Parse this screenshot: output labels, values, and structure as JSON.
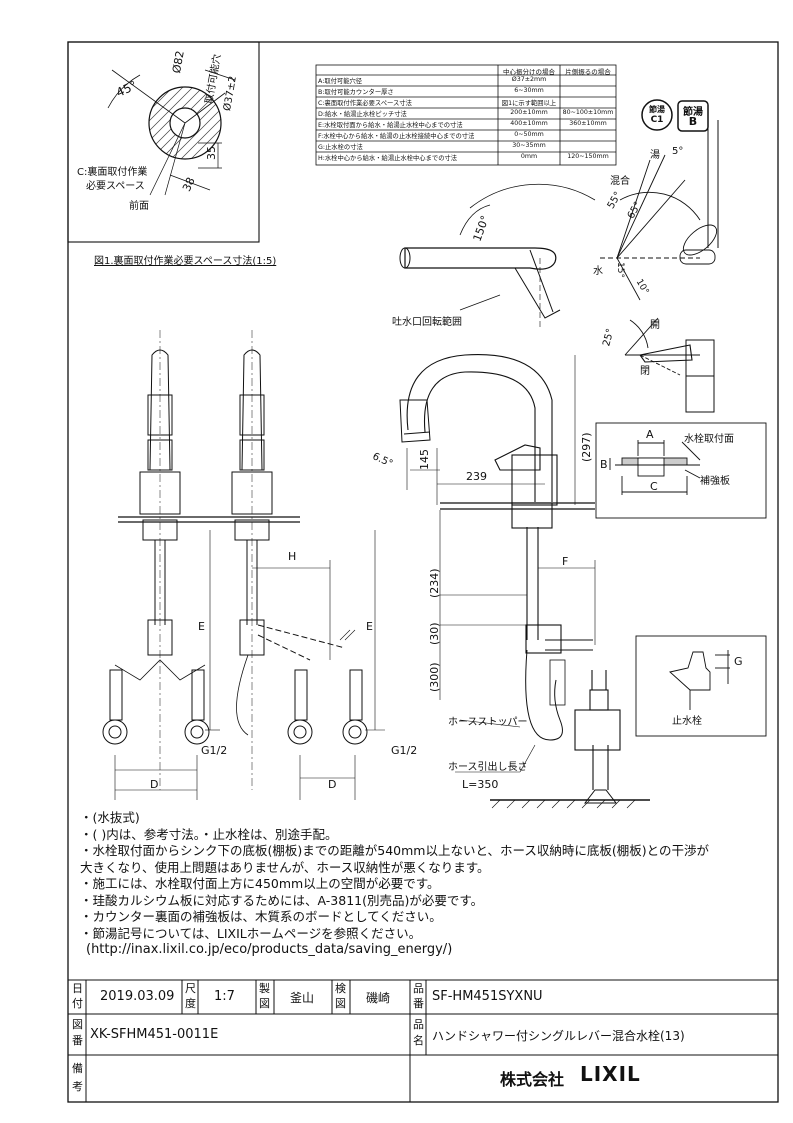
{
  "detail_box": {
    "angle": "45°",
    "dia_outer": "Ø82",
    "hole_label": "取付可能穴",
    "hole_dia": "Ø37±2",
    "dim_35": "35",
    "dim_38": "38",
    "space_label_1": "C:裏面取付作業",
    "space_label_2": "必要スペース",
    "front_label": "前面"
  },
  "figure_caption": "図1.裏面取付作業必要スペース寸法(1:5)",
  "spec_table": {
    "col1": "中心振分けの場合",
    "col2": "片側振るの場合",
    "rows": [
      {
        "label": "A:取付可能穴径",
        "v1": "Ø37±2mm",
        "v2": ""
      },
      {
        "label": "B:取付可能カウンター厚さ",
        "v1": "6~30mm",
        "v2": ""
      },
      {
        "label": "C:裏面取付作業必要スペース寸法",
        "v1": "図1に示す範囲以上",
        "v2": ""
      },
      {
        "label": "D:給水・給湯止水栓ピッチ寸法",
        "v1": "200±10mm",
        "v2": "80~100±10mm"
      },
      {
        "label": "E:水栓取付面から給水・給湯止水栓中心までの寸法",
        "v1": "400±10mm",
        "v2": "360±10mm"
      },
      {
        "label": "F:水栓中心から給水・給湯の止水栓接続中心までの寸法",
        "v1": "0~50mm",
        "v2": ""
      },
      {
        "label": "G:止水栓の寸法",
        "v1": "30~35mm",
        "v2": ""
      },
      {
        "label": "H:水栓中心から給水・給湯止水栓中心までの寸法",
        "v1": "0mm",
        "v2": "120~150mm"
      }
    ]
  },
  "badges": {
    "b1_top": "節湯",
    "b1_bottom": "C1",
    "b2_top": "節湯",
    "b2_bottom": "B"
  },
  "top_view": {
    "angle": "150°",
    "label": "吐水口回転範囲"
  },
  "lever_view": {
    "hot": "湯",
    "hot_angle": "5°",
    "mix": "混合",
    "a55": "55°",
    "a65": "65°",
    "water": "水",
    "a15": "15°",
    "a10": "10°"
  },
  "open_view": {
    "open": "開",
    "close": "閉",
    "angle": "25°"
  },
  "side_view": {
    "a65": "6.5°",
    "d145": "145",
    "d239": "239",
    "d297": "(297)",
    "d234": "(234)",
    "d30": "(30)",
    "d300": "(300)",
    "F": "F",
    "stopper": "ホースストッパー",
    "hose_len": "ホース引出し長さ",
    "L": "L=350"
  },
  "mount_detail": {
    "A": "A",
    "B": "B",
    "C": "C",
    "mount_face": "水栓取付面",
    "reinforce": "補強板"
  },
  "valve_detail": {
    "G": "G",
    "label": "止水栓"
  },
  "front_views": {
    "H": "H",
    "E1": "E",
    "E2": "E",
    "D1": "D",
    "D2": "D",
    "G1": "G1/2",
    "G2": "G1/2"
  },
  "notes": [
    "・(水抜式)",
    "・( )内は、参考寸法。・止水栓は、別途手配。",
    "・水栓取付面からシンク下の底板(棚板)までの距離が540mm以上ないと、ホース収納時に底板(棚板)との干渉が",
    "  大きくなり、使用上問題はありませんが、ホース収納性が悪くなります。",
    "・施工には、水栓取付面上方に450mm以上の空間が必要です。",
    "・珪酸カルシウム板に対応するためには、A-3811(別売品)が必要です。",
    "・カウンター裏面の補強板は、木質系のボードとしてください。",
    "・節湯記号については、LIXILホームページを参照ください。",
    "(http://inax.lixil.co.jp/eco/products_data/saving_energy/)"
  ],
  "title_block": {
    "date_label_1": "日",
    "date_label_2": "付",
    "date": "2019.03.09",
    "scale_label_1": "尺",
    "scale_label_2": "度",
    "scale": "1:7",
    "drawn_label_1": "製",
    "drawn_label_2": "図",
    "drawn": "釜山",
    "check_label_1": "検",
    "check_label_2": "図",
    "checked": "磯崎",
    "pno_label_1": "品",
    "pno_label_2": "番",
    "product_no": "SF-HM451SYXNU",
    "dno_label_1": "図",
    "dno_label_2": "番",
    "drawing_no": "XK-SFHM451-0011E",
    "pname_label_1": "品",
    "pname_label_2": "名",
    "product_name": "ハンドシャワー付シングルレバー混合水栓(13)",
    "remarks_label_1": "備",
    "remarks_label_2": "考",
    "company": "株式会社",
    "brand": "LIXIL"
  }
}
